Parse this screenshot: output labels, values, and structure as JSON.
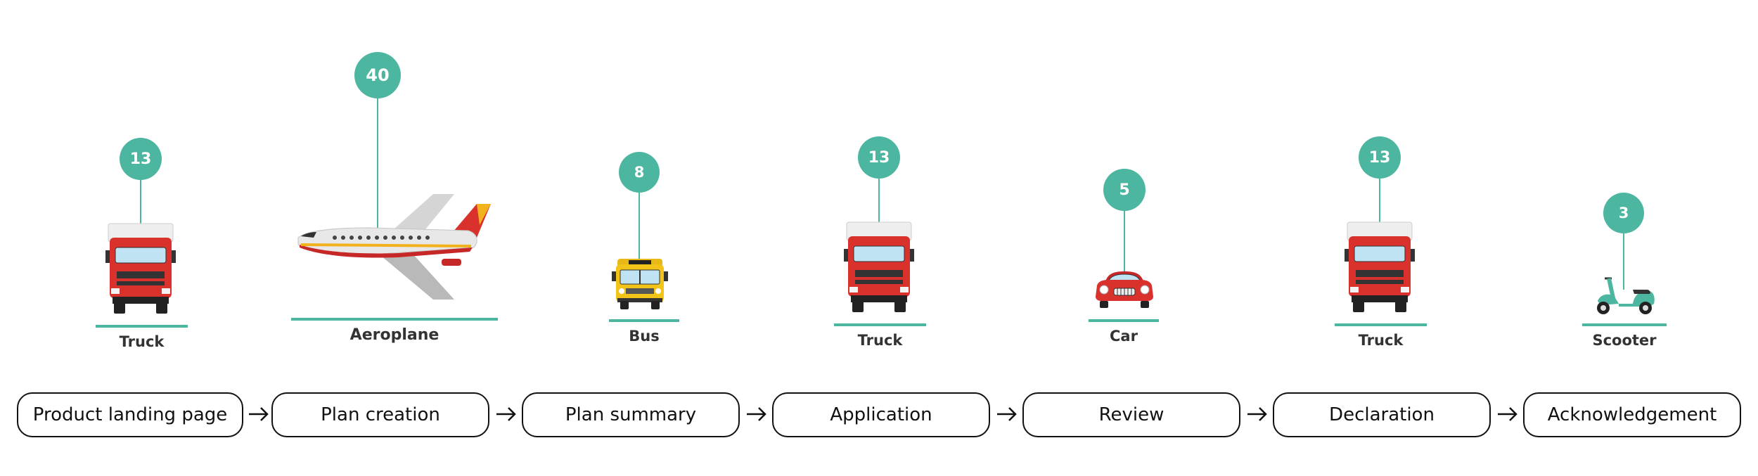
{
  "colors": {
    "accent": "#4DB6A0",
    "text": "#333333",
    "border": "#111111"
  },
  "vehicles": [
    {
      "count": "13",
      "label": "Truck",
      "icon": "truck-icon"
    },
    {
      "count": "40",
      "label": "Aeroplane",
      "icon": "aeroplane-icon"
    },
    {
      "count": "8",
      "label": "Bus",
      "icon": "bus-icon"
    },
    {
      "count": "13",
      "label": "Truck",
      "icon": "truck-icon"
    },
    {
      "count": "5",
      "label": "Car",
      "icon": "car-icon"
    },
    {
      "count": "13",
      "label": "Truck",
      "icon": "truck-icon"
    },
    {
      "count": "3",
      "label": "Scooter",
      "icon": "scooter-icon"
    }
  ],
  "steps": [
    {
      "label": "Product landing page"
    },
    {
      "label": "Plan creation"
    },
    {
      "label": "Plan summary"
    },
    {
      "label": "Application"
    },
    {
      "label": "Review"
    },
    {
      "label": "Declaration"
    },
    {
      "label": "Acknowledgement"
    }
  ]
}
